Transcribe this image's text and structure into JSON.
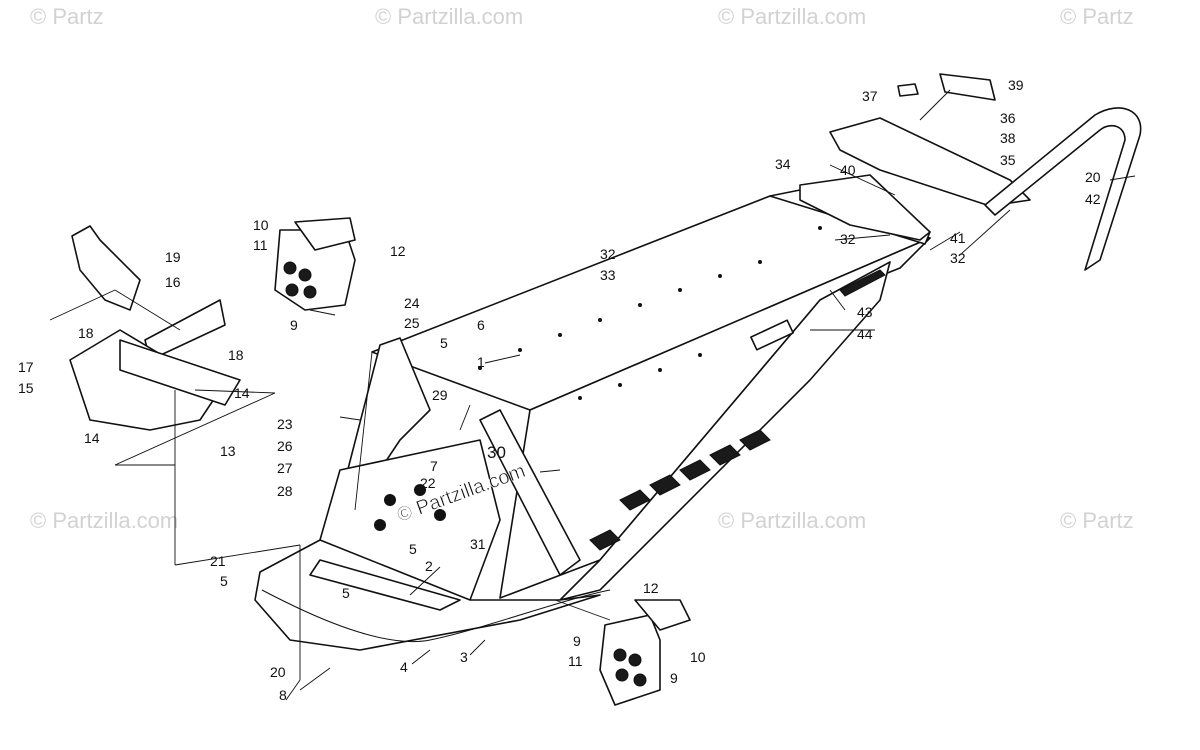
{
  "watermarks": {
    "text": "© Partzilla.com",
    "short": "© Partz",
    "center": "© Partzilla.com"
  },
  "callouts": [
    {
      "id": "c1",
      "text": "1"
    },
    {
      "id": "c2",
      "text": "2"
    },
    {
      "id": "c3",
      "text": "3"
    },
    {
      "id": "c4",
      "text": "4"
    },
    {
      "id": "c5a",
      "text": "5"
    },
    {
      "id": "c5b",
      "text": "5"
    },
    {
      "id": "c5c",
      "text": "5"
    },
    {
      "id": "c5d",
      "text": "5"
    },
    {
      "id": "c6",
      "text": "6"
    },
    {
      "id": "c7",
      "text": "7"
    },
    {
      "id": "c8",
      "text": "8"
    },
    {
      "id": "c9a",
      "text": "9"
    },
    {
      "id": "c9b",
      "text": "9"
    },
    {
      "id": "c9c",
      "text": "9"
    },
    {
      "id": "c10a",
      "text": "10"
    },
    {
      "id": "c10b",
      "text": "10"
    },
    {
      "id": "c11a",
      "text": "11"
    },
    {
      "id": "c11b",
      "text": "11"
    },
    {
      "id": "c12a",
      "text": "12"
    },
    {
      "id": "c12b",
      "text": "12"
    },
    {
      "id": "c13",
      "text": "13"
    },
    {
      "id": "c14a",
      "text": "14"
    },
    {
      "id": "c14b",
      "text": "14"
    },
    {
      "id": "c15",
      "text": "15"
    },
    {
      "id": "c16",
      "text": "16"
    },
    {
      "id": "c17",
      "text": "17"
    },
    {
      "id": "c18a",
      "text": "18"
    },
    {
      "id": "c18b",
      "text": "18"
    },
    {
      "id": "c19",
      "text": "19"
    },
    {
      "id": "c20a",
      "text": "20"
    },
    {
      "id": "c20b",
      "text": "20"
    },
    {
      "id": "c21",
      "text": "21"
    },
    {
      "id": "c22",
      "text": "22"
    },
    {
      "id": "c23",
      "text": "23"
    },
    {
      "id": "c24",
      "text": "24"
    },
    {
      "id": "c25",
      "text": "25"
    },
    {
      "id": "c26",
      "text": "26"
    },
    {
      "id": "c27",
      "text": "27"
    },
    {
      "id": "c28",
      "text": "28"
    },
    {
      "id": "c29",
      "text": "29"
    },
    {
      "id": "c30",
      "text": "30"
    },
    {
      "id": "c31",
      "text": "31"
    },
    {
      "id": "c32a",
      "text": "32"
    },
    {
      "id": "c32b",
      "text": "32"
    },
    {
      "id": "c32c",
      "text": "32"
    },
    {
      "id": "c33",
      "text": "33"
    },
    {
      "id": "c34",
      "text": "34"
    },
    {
      "id": "c35",
      "text": "35"
    },
    {
      "id": "c36",
      "text": "36"
    },
    {
      "id": "c37",
      "text": "37"
    },
    {
      "id": "c38",
      "text": "38"
    },
    {
      "id": "c39",
      "text": "39"
    },
    {
      "id": "c40",
      "text": "40"
    },
    {
      "id": "c41",
      "text": "41"
    },
    {
      "id": "c42",
      "text": "42"
    },
    {
      "id": "c43",
      "text": "43"
    },
    {
      "id": "c44",
      "text": "44"
    }
  ]
}
